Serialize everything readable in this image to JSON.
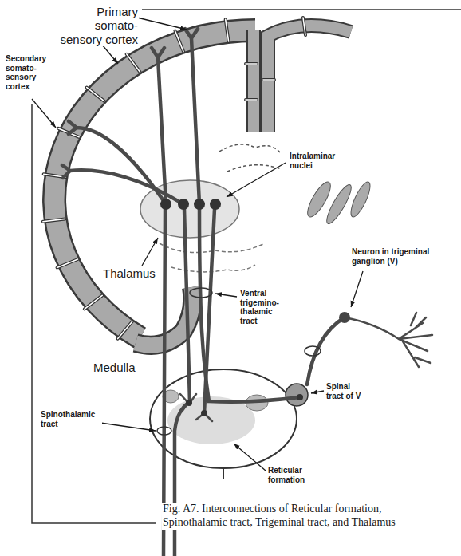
{
  "diagram": {
    "caption": "Fig. A7. Interconnections of Reticular formation, Spinothalamic tract, Trigeminal tract, and Thalamus",
    "labels": [
      "Primary somato- sensory cortex",
      "Secondary somato- sensory cortex",
      "Intralaminar nuclei",
      "Neuron in trigeminal ganglion (V)",
      "Thalamus",
      "Ventral trigemino- thalamic tract",
      "Medulla",
      "Spinal tract of V",
      "Spinothalamic tract",
      "Reticular formation"
    ]
  }
}
